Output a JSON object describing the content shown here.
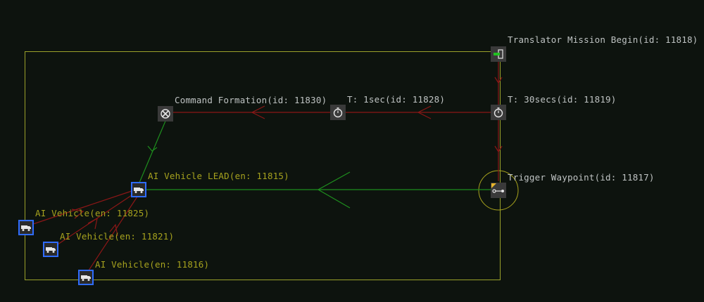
{
  "colors": {
    "background": "#0d130e",
    "area_border": "#9aa12a",
    "trigger_radius": "#a7a21d",
    "sync_link": "#8b1717",
    "waypoint_link": "#1e8f1e",
    "vehicle_border": "#2f6cff",
    "logic_label": "#bfc3c3",
    "vehicle_label": "#a6a21e"
  },
  "nodes": {
    "mission_begin": {
      "label": "Translator Mission Begin(id: 11818)",
      "icon": "door-exit-icon"
    },
    "timer_30": {
      "label": "T: 30secs(id: 11819)",
      "icon": "stopwatch-icon"
    },
    "timer_1": {
      "label": "T: 1sec(id: 11828)",
      "icon": "stopwatch-icon"
    },
    "command_formation": {
      "label": "Command Formation(id: 11830)",
      "icon": "formation-icon"
    },
    "trigger_waypoint": {
      "label": "Trigger Waypoint(id: 11817)",
      "icon": "waypoint-icon"
    },
    "vehicle_lead": {
      "label": "AI Vehicle LEAD(en: 11815)",
      "icon": "truck-icon"
    },
    "vehicle_1825": {
      "label": "AI Vehicle(en: 11825)",
      "icon": "truck-icon"
    },
    "vehicle_11821": {
      "label": "AI Vehicle(en: 11821)",
      "icon": "truck-icon"
    },
    "vehicle_11816": {
      "label": "AI Vehicle(en: 11816)",
      "icon": "truck-icon"
    }
  }
}
